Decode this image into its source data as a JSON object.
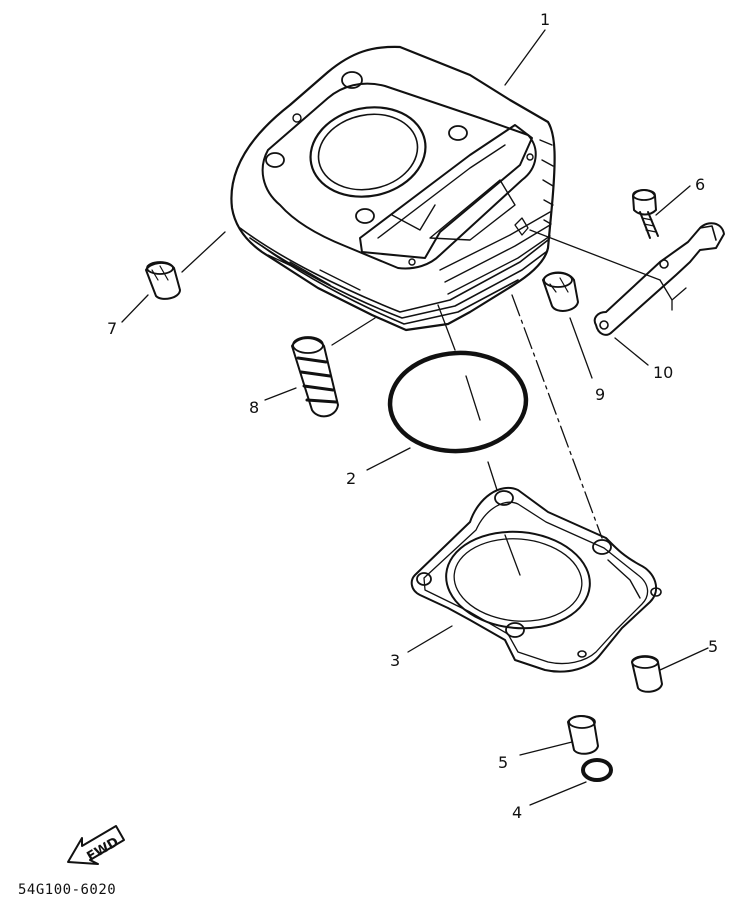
{
  "labels": {
    "1": "1",
    "2": "2",
    "3": "3",
    "4": "4",
    "5a": "5",
    "5b": "5",
    "6": "6",
    "7": "7",
    "8": "8",
    "9": "9",
    "10": "10"
  },
  "fwd_text": "FWD",
  "diagram_code": "54G100-6020"
}
